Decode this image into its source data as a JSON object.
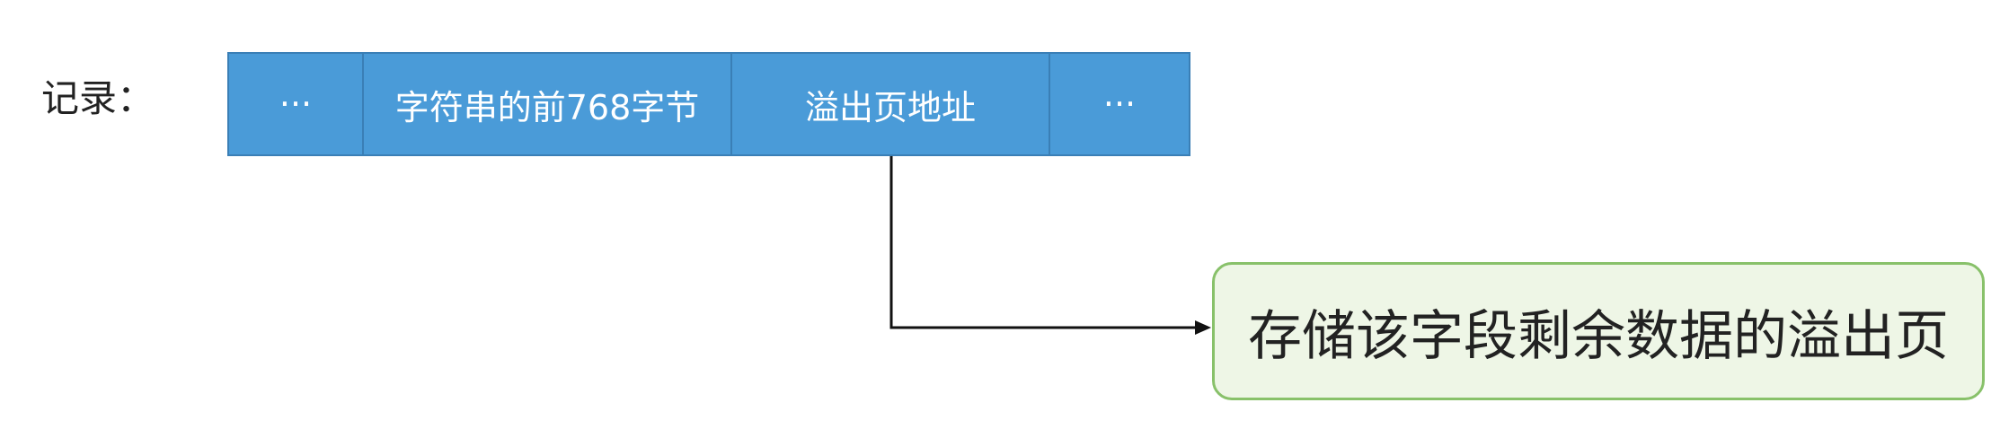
{
  "record": {
    "label": "记录：",
    "cells": [
      "···",
      "字符串的前768字节",
      "溢出页地址",
      "···"
    ]
  },
  "overflow_page": {
    "label": "存储该字段剩余数据的溢出页"
  },
  "colors": {
    "cell_fill": "#4a9bd8",
    "cell_border": "#3a7fb6",
    "box_fill": "#eef6e6",
    "box_border": "#88c16a",
    "arrow": "#111111"
  }
}
